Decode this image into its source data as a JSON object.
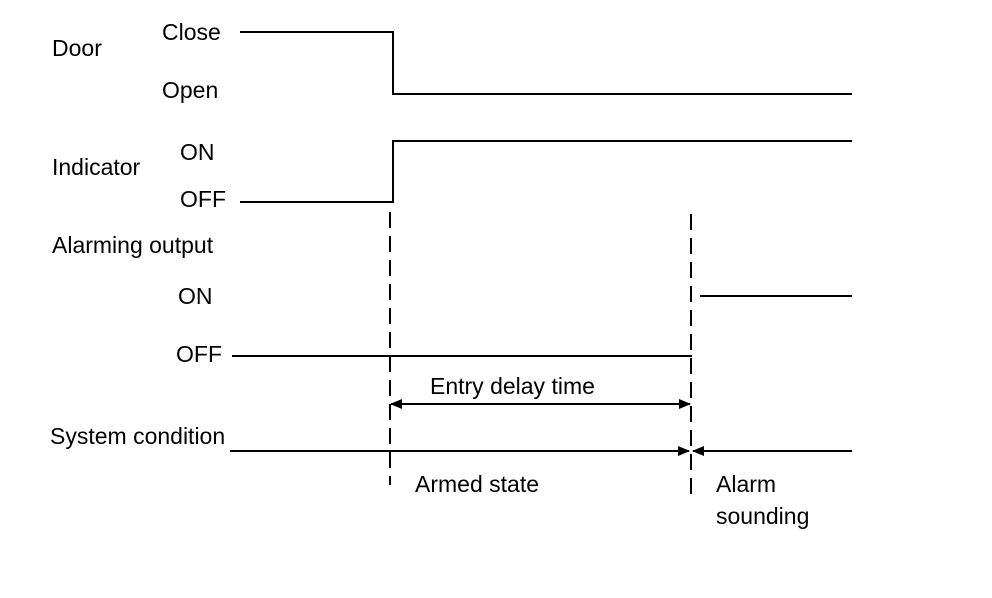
{
  "signals": {
    "door": {
      "name": "Door",
      "high": "Close",
      "low": "Open"
    },
    "indicator": {
      "name": "Indicator",
      "high": "ON",
      "low": "OFF"
    },
    "alarm": {
      "name": "Alarming output",
      "high": "ON",
      "low": "OFF"
    },
    "system": {
      "name": "System condition"
    }
  },
  "annotations": {
    "entry_delay": "Entry delay time",
    "armed_state": "Armed state",
    "alarm_sounding_line1": "Alarm",
    "alarm_sounding_line2": "sounding"
  }
}
